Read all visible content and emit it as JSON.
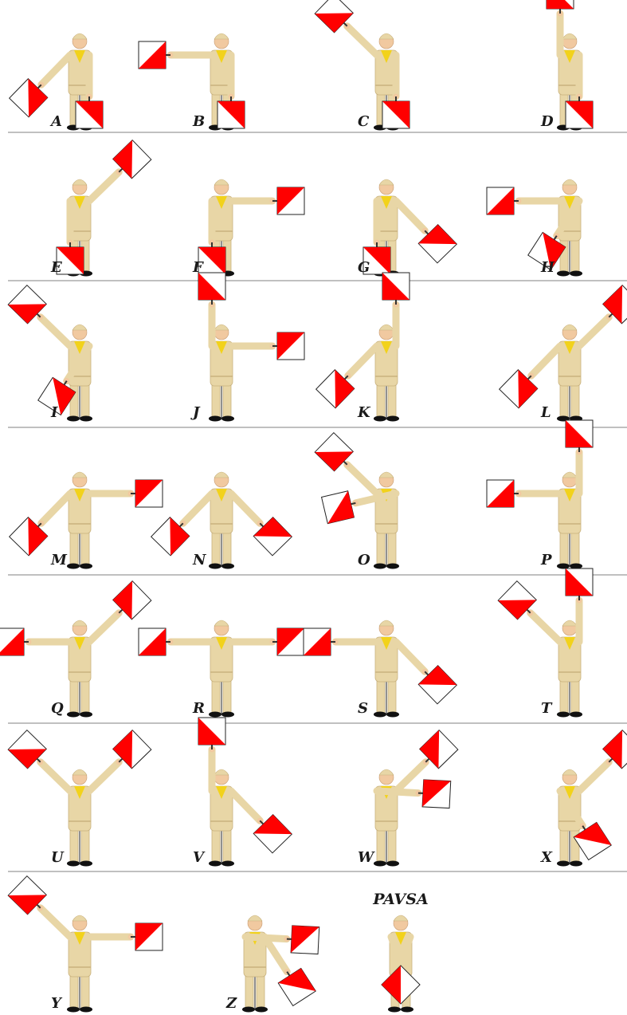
{
  "colors": {
    "background": "#ffffff",
    "uniform": "#e8d6a6",
    "uniform_shade": "#c9b27e",
    "skin": "#f1c9a0",
    "scarf": "#f2d21b",
    "flag_red": "#ff0000",
    "flag_white": "#ffffff",
    "flag_border": "#222222",
    "divider": "#9a9a9a",
    "boots": "#111111"
  },
  "pausa_label": "PAVSA",
  "signals": [
    {
      "letter": "A",
      "left": "low-left",
      "right": "down"
    },
    {
      "letter": "B",
      "left": "left",
      "right": "down"
    },
    {
      "letter": "C",
      "left": "up-left",
      "right": "down"
    },
    {
      "letter": "D",
      "left": "up",
      "right": "down"
    },
    {
      "letter": "E",
      "left": "down",
      "right": "up-right"
    },
    {
      "letter": "F",
      "left": "down",
      "right": "right"
    },
    {
      "letter": "G",
      "left": "down",
      "right": "low-right"
    },
    {
      "letter": "H",
      "left": "left",
      "right": "across-low"
    },
    {
      "letter": "I",
      "left": "up-left",
      "right": "across-low"
    },
    {
      "letter": "J",
      "left": "up",
      "right": "right"
    },
    {
      "letter": "K",
      "left": "low-left",
      "right": "up"
    },
    {
      "letter": "L",
      "left": "low-left",
      "right": "up-right"
    },
    {
      "letter": "M",
      "left": "low-left",
      "right": "right"
    },
    {
      "letter": "N",
      "left": "low-left",
      "right": "low-right"
    },
    {
      "letter": "O",
      "left": "up-left",
      "right": "across-left"
    },
    {
      "letter": "P",
      "left": "left",
      "right": "up"
    },
    {
      "letter": "Q",
      "left": "left",
      "right": "up-right"
    },
    {
      "letter": "R",
      "left": "left",
      "right": "right"
    },
    {
      "letter": "S",
      "left": "left",
      "right": "low-right"
    },
    {
      "letter": "T",
      "left": "up-left",
      "right": "up"
    },
    {
      "letter": "U",
      "left": "up-left",
      "right": "up-right"
    },
    {
      "letter": "V",
      "left": "up",
      "right": "low-right"
    },
    {
      "letter": "W",
      "left": "across-right",
      "right": "up-right"
    },
    {
      "letter": "X",
      "left": "across-low-right",
      "right": "up-right"
    },
    {
      "letter": "Y",
      "left": "up-left",
      "right": "right"
    },
    {
      "letter": "Z",
      "left": "across-right",
      "right": "across-low-right"
    }
  ]
}
